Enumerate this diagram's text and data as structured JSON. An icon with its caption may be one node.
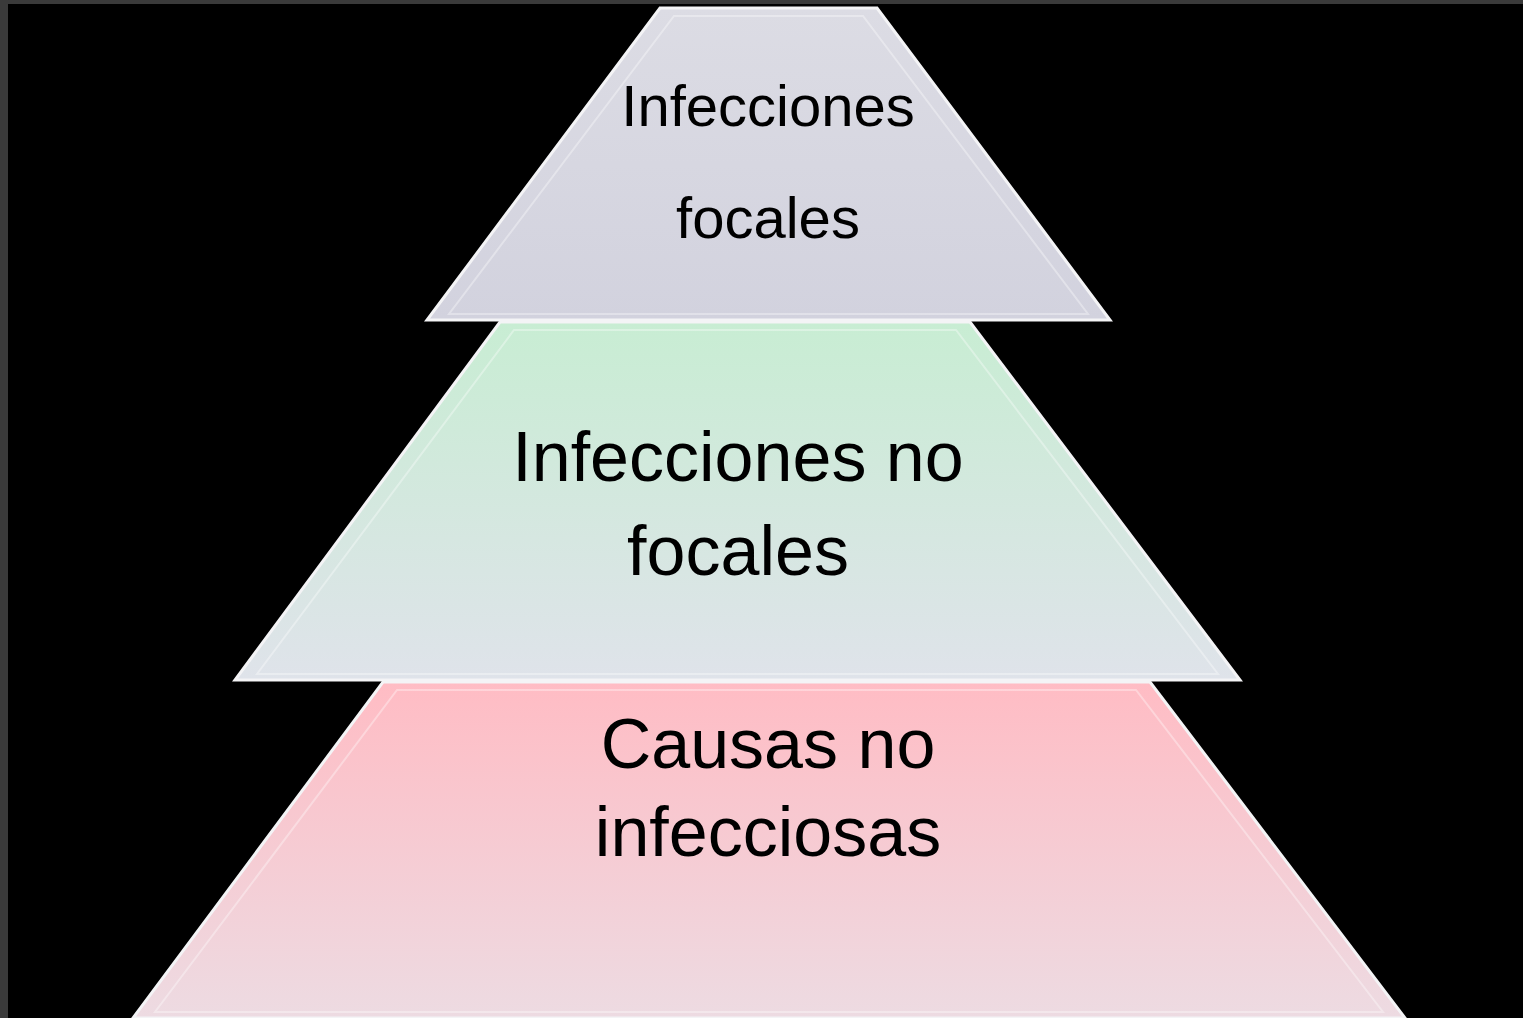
{
  "diagram": {
    "nodes": [
      {
        "text": [
          "Infecciones focales"
        ]
      },
      {
        "text": [
          "Infecciones no focales"
        ]
      },
      {
        "text": [
          "Causas no infecciosas"
        ]
      }
    ]
  }
}
